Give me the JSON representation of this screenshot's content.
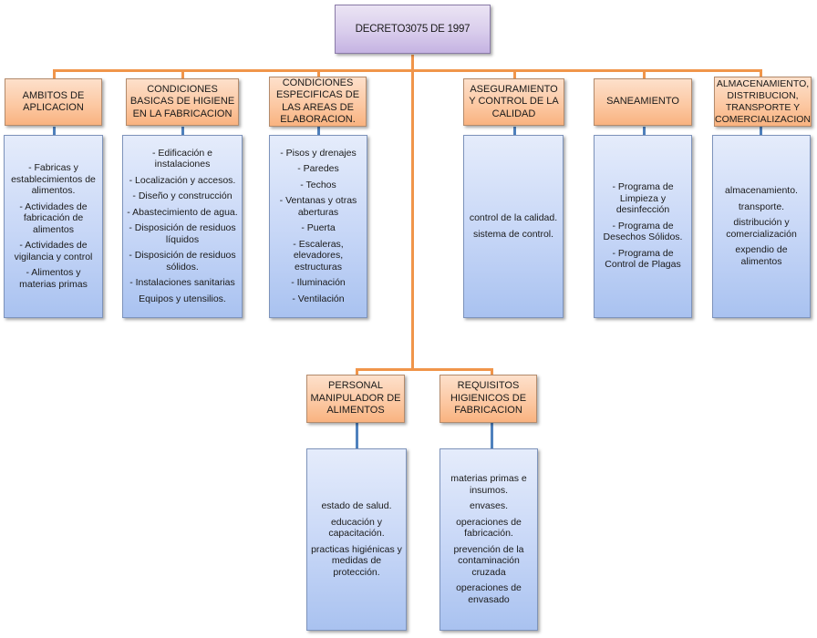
{
  "root": {
    "title": "DECRETO3075 DE 1997"
  },
  "categories": [
    {
      "title": "AMBITOS DE APLICACION",
      "items": [
        "- Fabricas y establecimientos de alimentos.",
        "- Actividades de fabricación de alimentos",
        "- Actividades de vigilancia y control",
        "- Alimentos y materias primas"
      ]
    },
    {
      "title": "CONDICIONES BASICAS DE HIGIENE EN LA FABRICACION",
      "items": [
        "- Edificación e instalaciones",
        "- Localización y accesos.",
        "- Diseño y construcción",
        "- Abastecimiento de agua.",
        "- Disposición de residuos líquidos",
        "- Disposición de residuos sólidos.",
        "- Instalaciones sanitarias",
        "Equipos y utensilios."
      ]
    },
    {
      "title": "CONDICIONES ESPECIFICAS DE LAS AREAS DE ELABORACION.",
      "items": [
        "- Pisos y drenajes",
        "- Paredes",
        "- Techos",
        "- Ventanas y otras aberturas",
        "- Puerta",
        "- Escaleras, elevadores, estructuras",
        "- Iluminación",
        "- Ventilación"
      ]
    },
    {
      "title": "ASEGURAMIENTO Y CONTROL DE LA CALIDAD",
      "items": [
        "control de la calidad.",
        "sistema de control."
      ]
    },
    {
      "title": "SANEAMIENTO",
      "items": [
        "- Programa de Limpieza y desinfección",
        "-  Programa de Desechos Sólidos.",
        "- Programa de Control de Plagas"
      ]
    },
    {
      "title": "ALMACENAMIENTO, DISTRIBUCION, TRANSPORTE Y COMERCIALIZACION",
      "items": [
        "almacenamiento.",
        "transporte.",
        "distribución y comercialización",
        "expendio de alimentos"
      ]
    },
    {
      "title": "PERSONAL MANIPULADOR DE ALIMENTOS",
      "items": [
        "estado de salud.",
        "educación y capacitación.",
        "practicas higiénicas y medidas de protección."
      ]
    },
    {
      "title": "REQUISITOS HIGIENICOS DE FABRICACION",
      "items": [
        "materias primas e insumos.",
        "envases.",
        "operaciones de fabricación.",
        "prevención de la contaminación cruzada",
        "operaciones de envasado"
      ]
    }
  ]
}
